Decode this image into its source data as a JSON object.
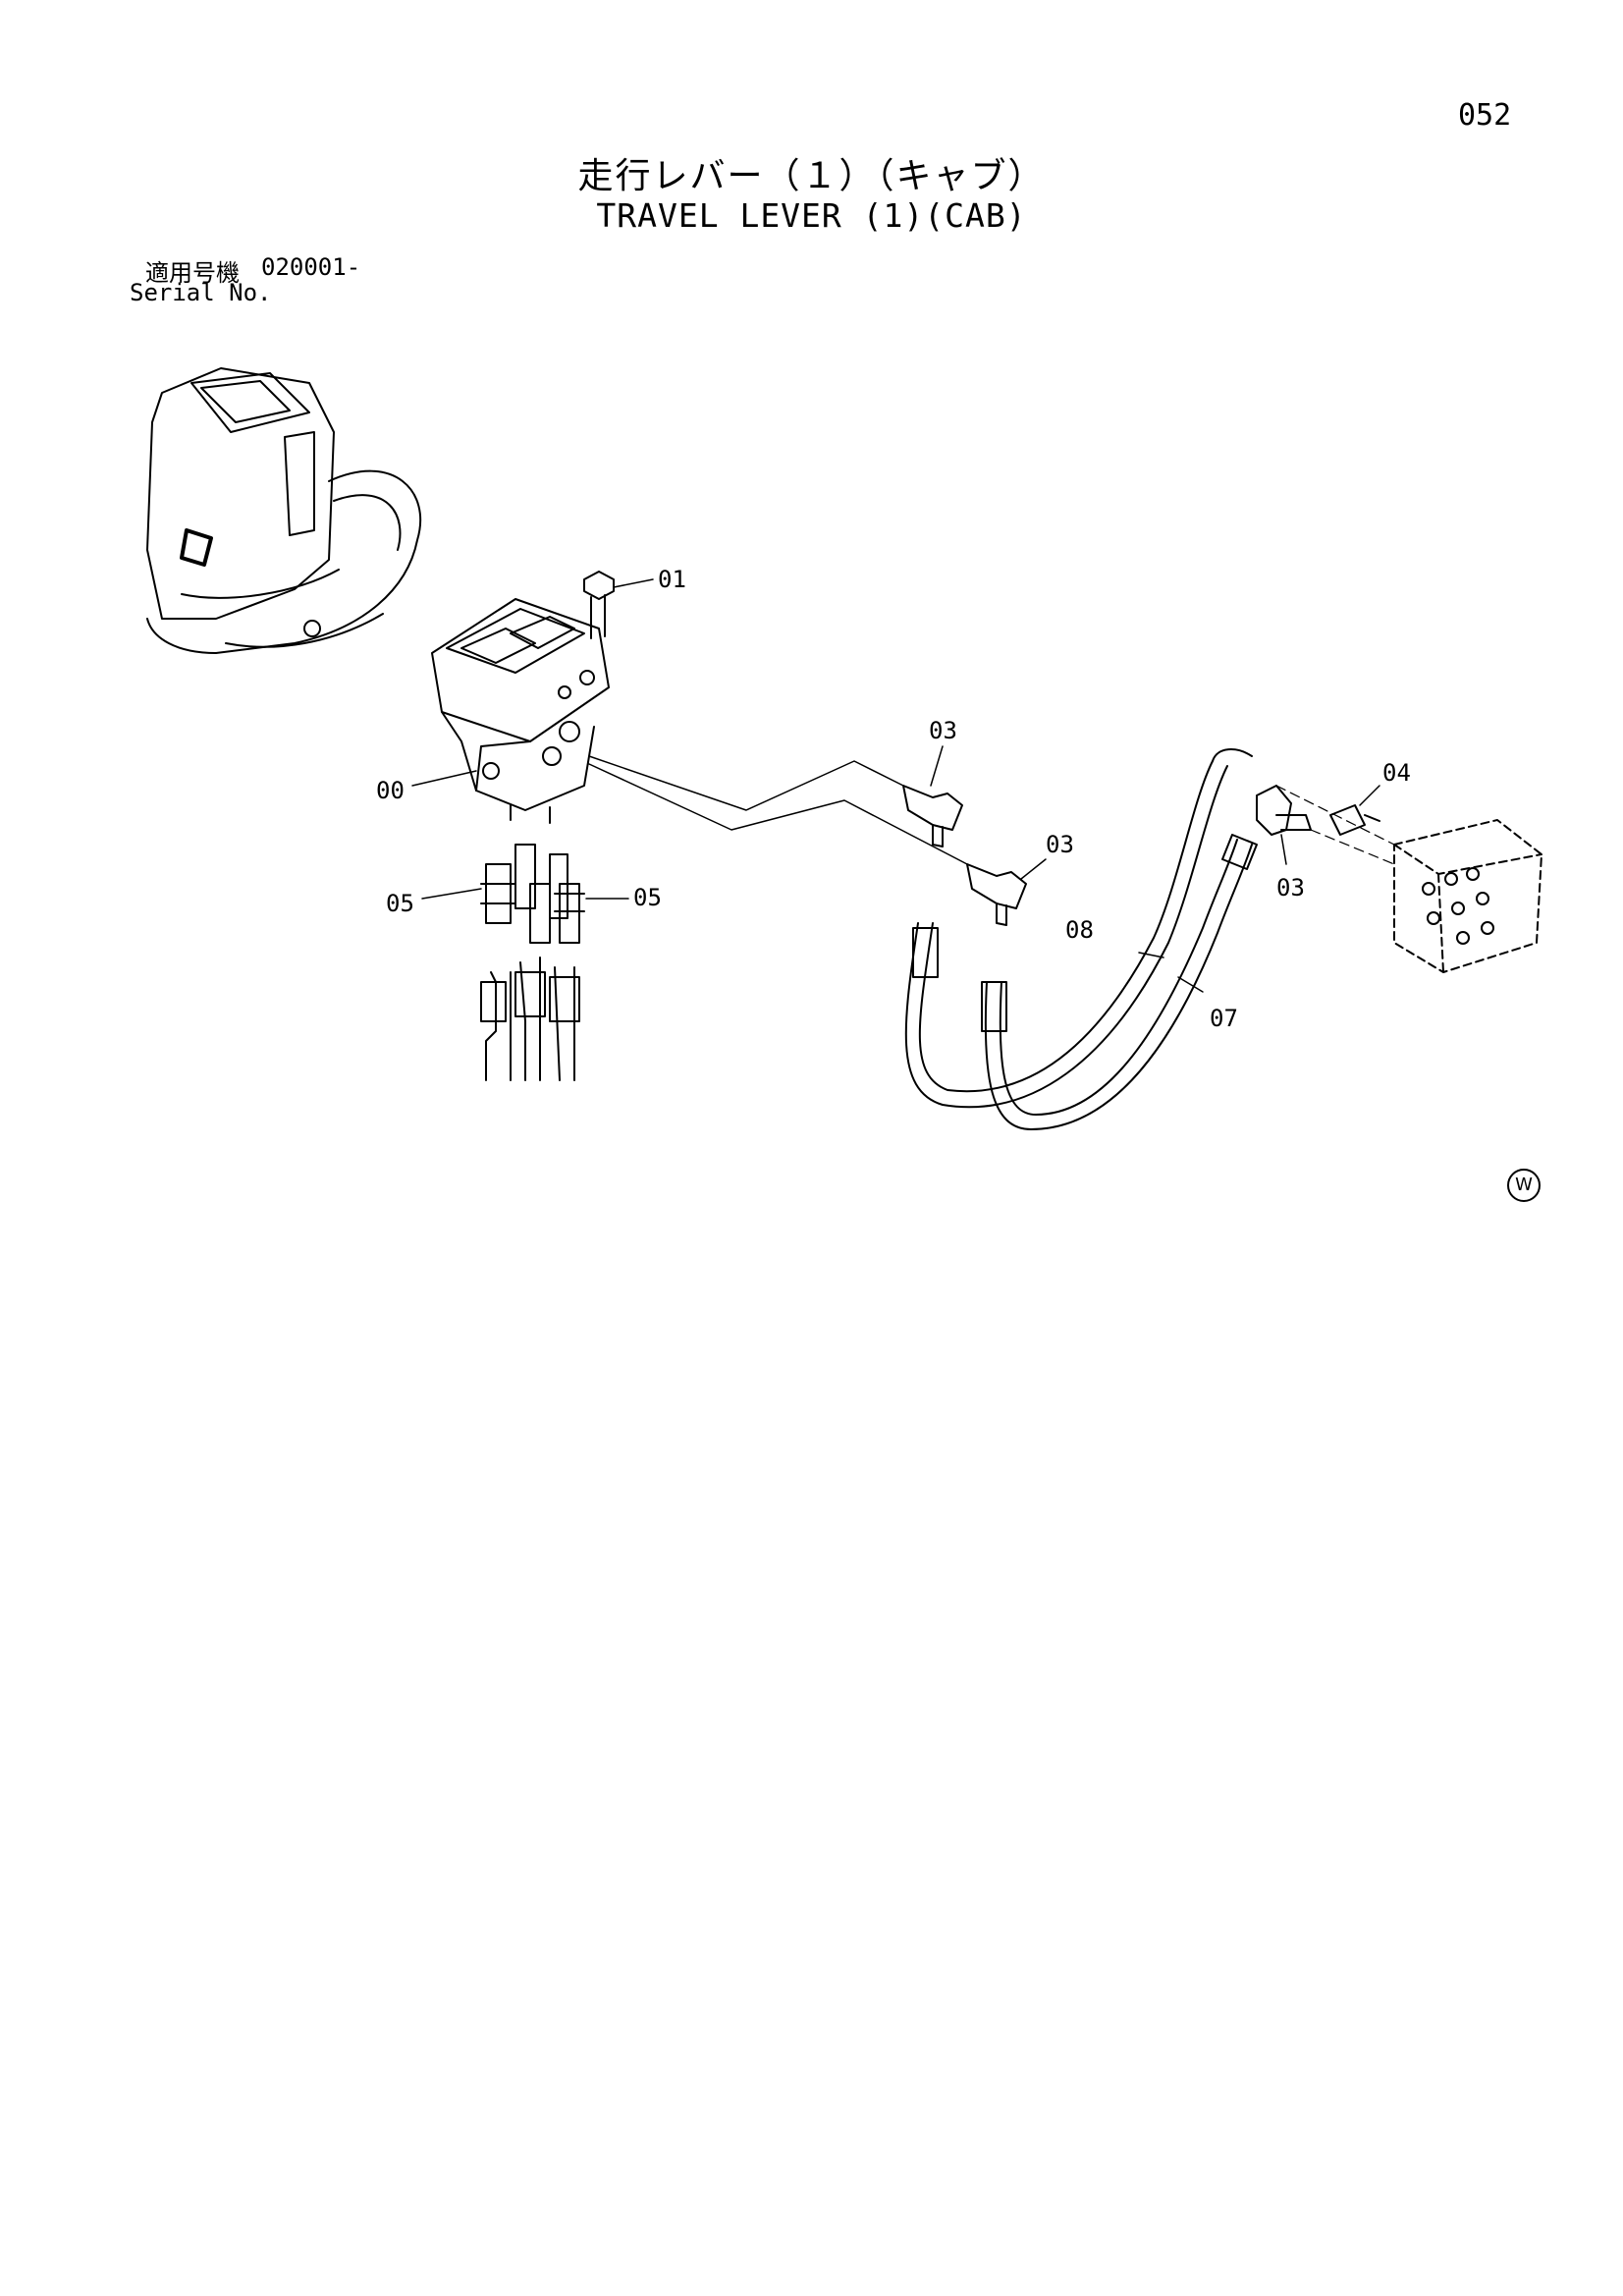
{
  "page_number": "052",
  "title_ja": "走行レバー（１）（キャブ）",
  "title_en": "TRAVEL LEVER (1)(CAB)",
  "serial": {
    "label_ja": "適用号機",
    "range": "020001-",
    "label_en": "Serial No."
  },
  "callouts": {
    "c01": "01",
    "c00": "00",
    "c03a": "03",
    "c03b": "03",
    "c03c": "03",
    "c04": "04",
    "c05a": "05",
    "c05b": "05",
    "c07": "07",
    "c08": "08"
  },
  "corner_mark": "W"
}
